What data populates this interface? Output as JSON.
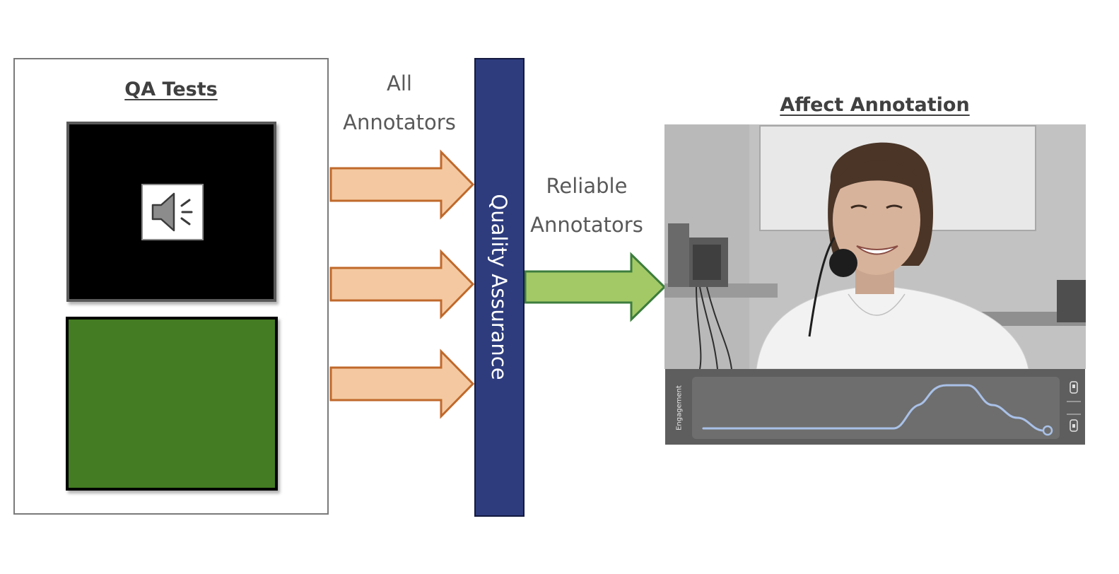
{
  "qa_panel": {
    "title": "QA Tests",
    "audio_test_icon": "speaker-icon",
    "color_test_fill": "#437c22"
  },
  "labels": {
    "all_line1": "All",
    "all_line2": "Annotators",
    "reliable_line1": "Reliable",
    "reliable_line2": "Annotators"
  },
  "quality_assurance": {
    "label": "Quality Assurance",
    "color": "#2e3c7e"
  },
  "affect": {
    "title": "Affect Annotation",
    "trace_label": "Engagement"
  },
  "colors": {
    "input_arrow_fill": "#f4c9a1",
    "input_arrow_stroke": "#c0692b",
    "output_arrow_fill": "#a3c966",
    "output_arrow_stroke": "#3d7d3d"
  }
}
